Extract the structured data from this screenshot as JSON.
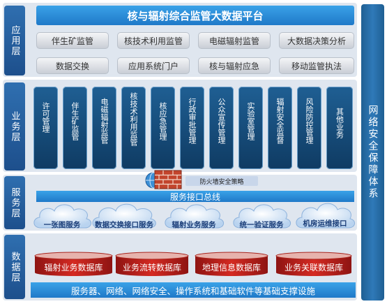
{
  "layers": [
    {
      "label": "应用层"
    },
    {
      "label": "业务层"
    },
    {
      "label": "服务层"
    },
    {
      "label": "数据层"
    }
  ],
  "platform_title": "核与辐射综合监管大数据平台",
  "app_row1": [
    "伴生矿监管",
    "核技术利用监管",
    "电磁辐射监管",
    "大数据决策分析"
  ],
  "app_row2": [
    "数据交换",
    "应用系统门户",
    "核与辐射应急",
    "移动监管执法"
  ],
  "business": [
    "许可管理",
    "伴生矿监管",
    "电磁辐射监管",
    "核技术利用监管",
    "核应急管理",
    "行政审批管理",
    "公众宣传管理",
    "实验室管理",
    "辐射安全监督",
    "风险防控管理",
    "其他业务"
  ],
  "firewall_label": "防火墙安全策略",
  "service_bus": "服务接口总线",
  "services": [
    "一张图服务",
    "数据交换接口服务",
    "辐射业务服务",
    "统一验证服务",
    "机房运维接口"
  ],
  "databases": [
    "辐射业务数据库",
    "业务流转数据库",
    "地理信息数据库",
    "业务关联数据库"
  ],
  "base_support": "服务器、网络、网络安全、操作系统和基础软件等基础支撑设施",
  "security_system": "网络安全保障体系",
  "colors": {
    "primary": "#1f79c8",
    "dark": "#0f3b63",
    "db_red": "#c8201e",
    "band": "#dfe6ef"
  },
  "icons": {
    "firewall": "brick-wall-globe-icon",
    "cloud": "cloud-icon",
    "database": "cylinder-database-icon"
  }
}
